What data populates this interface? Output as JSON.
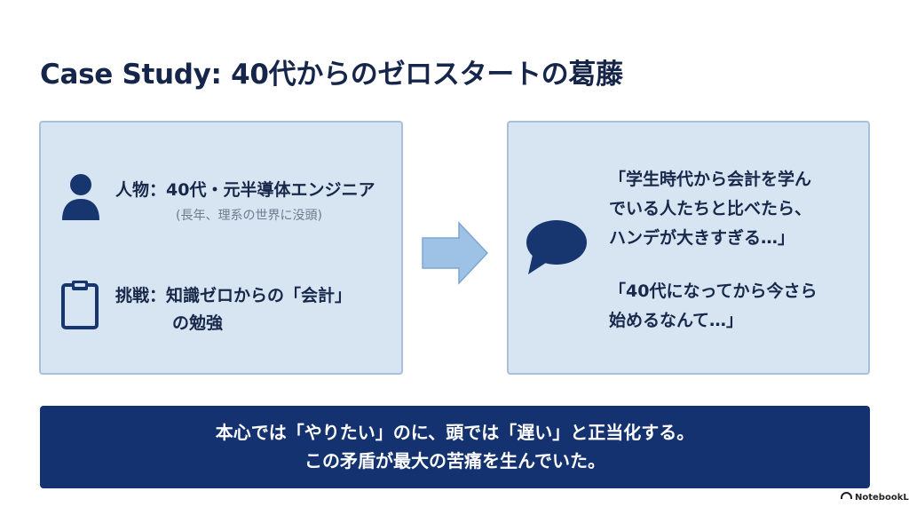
{
  "slide": {
    "title": "Case Study: 40代からのゼロスタートの葛藤"
  },
  "left_panel": {
    "person_line": "人物：40代・元半導体エンジニア",
    "person_note": "(長年、理系の世界に没頭)",
    "challenge_line_1": "挑戦：知識ゼロからの「会計」",
    "challenge_line_2": "の勉強",
    "icons": {
      "person": "person-icon",
      "clipboard": "clipboard-icon"
    }
  },
  "right_panel": {
    "quote_1_line_1": "「学生時代から会計を学ん",
    "quote_1_line_2": "でいる人たちと比べたら、",
    "quote_1_line_3": "ハンデが大きすぎる…」",
    "quote_2_line_1": "「40代になってから今さら",
    "quote_2_line_2": "始めるなんて…」",
    "icon": "speech-bubble-icon"
  },
  "arrow": {
    "icon": "right-arrow-icon"
  },
  "bottom_box": {
    "line_1": "本心では「やりたい」のに、頭では「遅い」と正当化する。",
    "line_2": "この矛盾が最大の苦痛を生んでいた。"
  },
  "watermark": {
    "text": "NotebookLM"
  },
  "colors": {
    "title": "#16264a",
    "panel_background": "#d7e4f2",
    "panel_border": "#a9c0db",
    "icon_navy": "#17356f",
    "arrow_fill": "#9ec2e6",
    "bottom_box_background": "#13326f",
    "bottom_box_text": "#ffffff"
  }
}
